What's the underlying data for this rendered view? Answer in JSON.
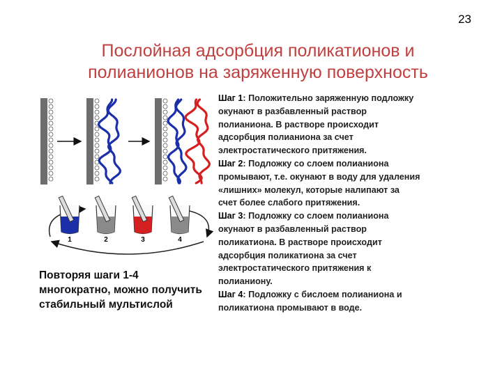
{
  "page_number": "23",
  "title": {
    "line1": "Послойная адсорбция поликатионов и",
    "line2": "полианионов на заряженную поверхность"
  },
  "figure": {
    "beaker_labels": [
      "1",
      "2",
      "3",
      "4"
    ],
    "colors": {
      "polyanion": "#1a2fa8",
      "polycation": "#d42020",
      "rinse": "#8a8a8a",
      "substrate": "#6e6e6e",
      "title": "#c0403f"
    }
  },
  "steps": [
    {
      "label": "Шаг 1",
      "lines": [
        ": Положительно заряженную подложку",
        "окунают в разбавленный раствор",
        "полианиона. В растворе происходит",
        "адсорбция полианиона за счет",
        "электростатического притяжения."
      ]
    },
    {
      "label": "Шаг 2",
      "lines": [
        ": Подложку со слоем полианиона",
        "промывают, т.е. окунают в воду для удаления",
        "«лишних» молекул, которые налипают за",
        "счет более слабого притяжения."
      ]
    },
    {
      "label": "Шаг 3",
      "lines": [
        ": Подложку со слоем полианиона",
        "окунают в разбавленный раствор",
        "поликатиона. В растворе происходит",
        "адсорбция поликатиона  за счет",
        "электростатического притяжения к",
        "полианиону."
      ]
    },
    {
      "label": "Шаг 4",
      "lines": [
        ": Подложку с бислоем полианиона и",
        "поликатиона промывают в воде."
      ]
    }
  ],
  "summary": {
    "lines": [
      "Повторяя шаги 1-4",
      "многократно, можно получить",
      "стабильный мультислой"
    ]
  }
}
